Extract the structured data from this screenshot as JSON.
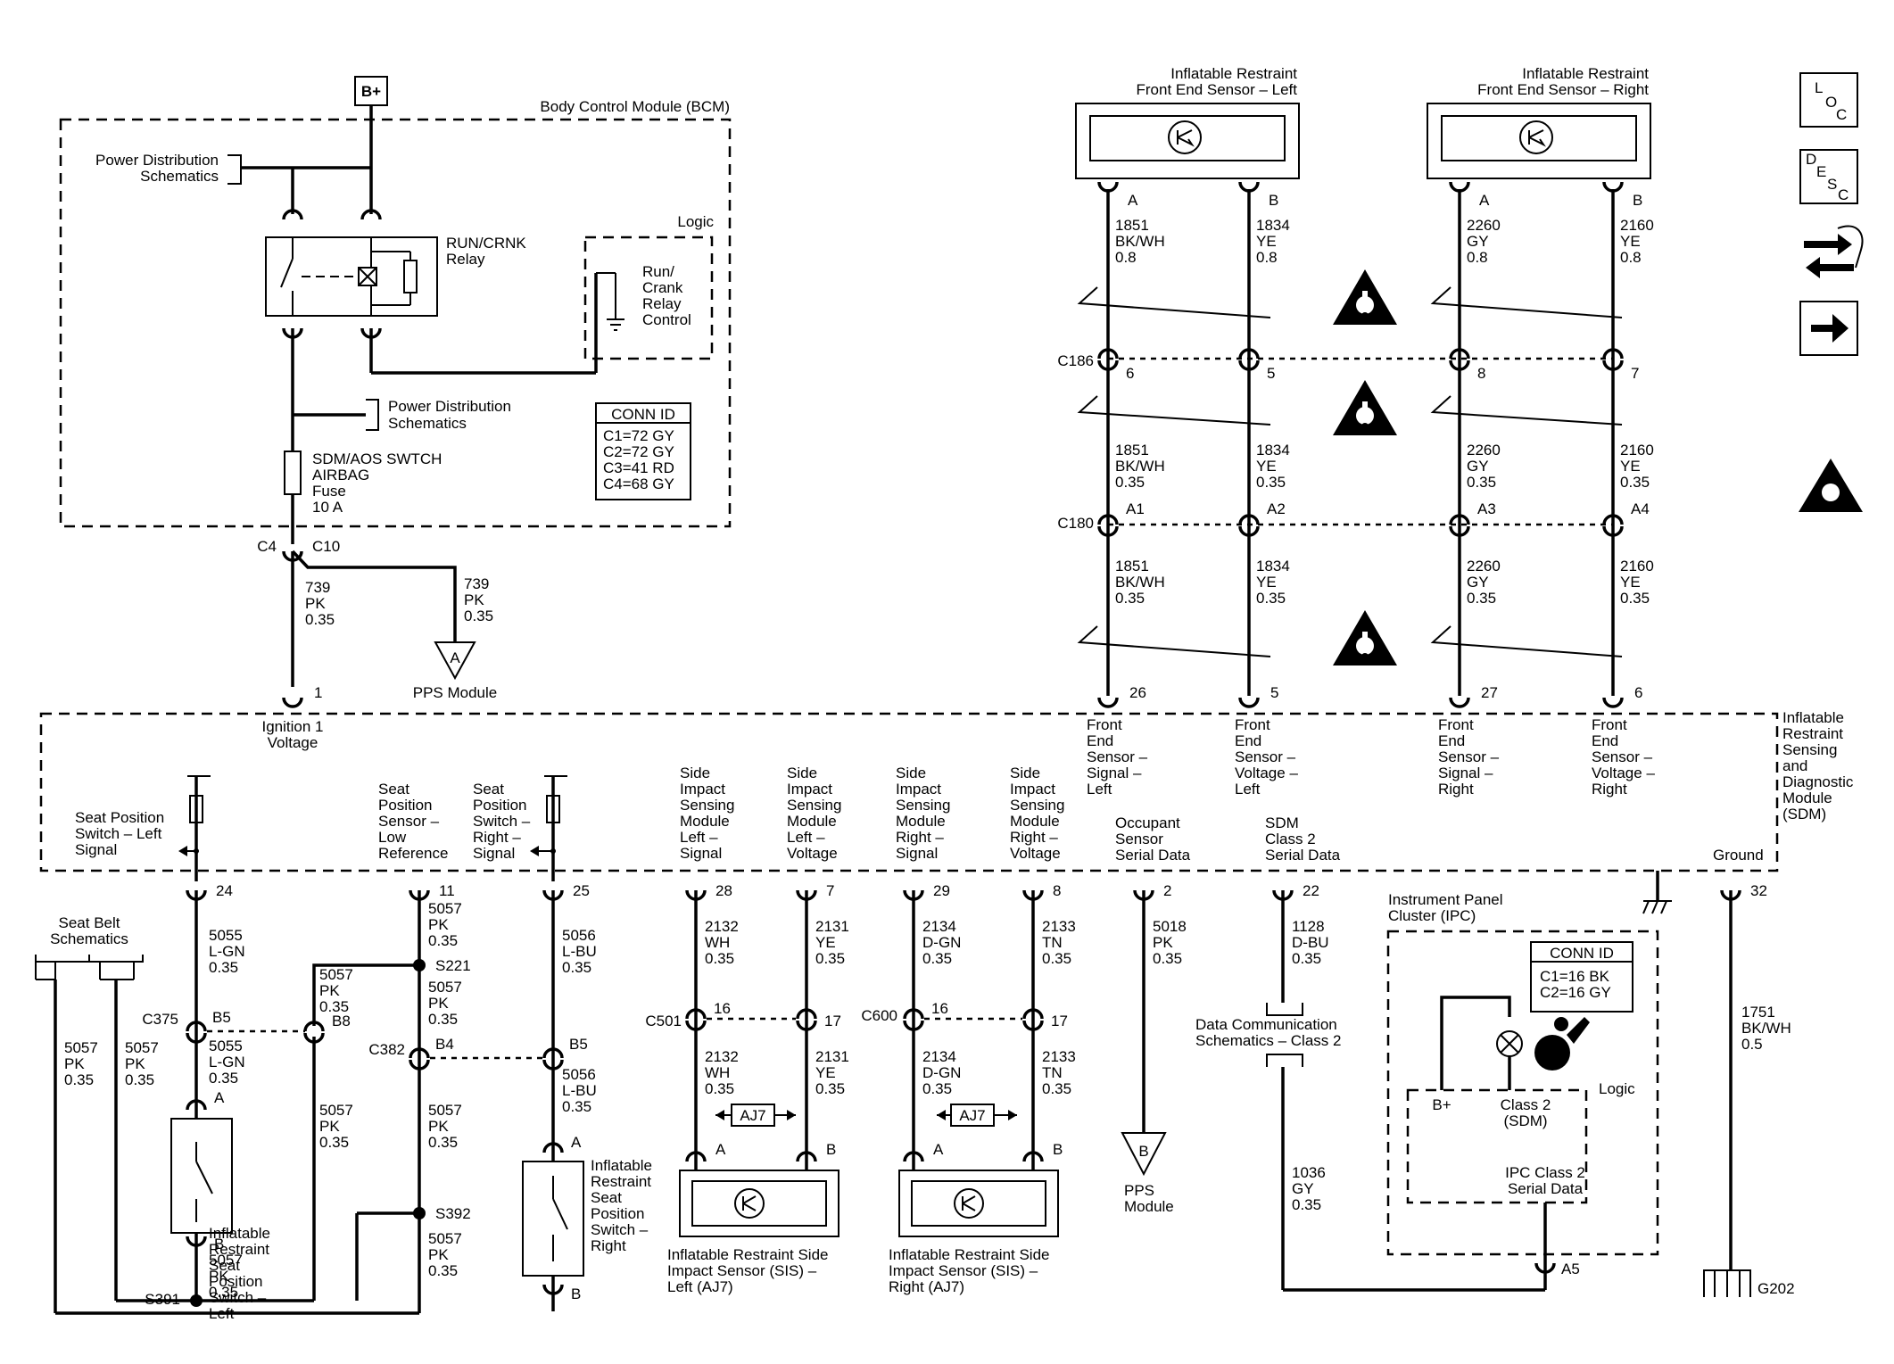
{
  "bplus": "B+",
  "bcm": {
    "title": "Body Control Module (BCM)",
    "power_dist": [
      "Power Distribution",
      "Schematics"
    ],
    "relay": [
      "RUN/CRNK",
      "Relay"
    ],
    "logic": "Logic",
    "run_crank": [
      "Run/",
      "Crank",
      "Relay",
      "Control"
    ],
    "power_dist2": [
      "Power Distribution",
      "Schematics"
    ],
    "fuse": [
      "SDM/AOS SWTCH",
      "AIRBAG",
      "Fuse",
      "10 A"
    ],
    "conn_title": "CONN ID",
    "conn": [
      "C1=72 GY",
      "C2=72 GY",
      "C3=41 RD",
      "C4=68 GY"
    ]
  },
  "c4": "C4",
  "c10": "C10",
  "w739a": [
    "739",
    "PK",
    "0.35"
  ],
  "w739b": [
    "739",
    "PK",
    "0.35"
  ],
  "pps_a": "A",
  "pps_module": "PPS Module",
  "front_left": {
    "title": [
      "Inflatable Restraint",
      "Front End Sensor – Left"
    ],
    "pa": "A",
    "pb": "B"
  },
  "front_right": {
    "title": [
      "Inflatable Restraint",
      "Front End Sensor – Right"
    ],
    "pa": "A",
    "pb": "B"
  },
  "fw": [
    [
      "1851",
      "BK/WH",
      "0.8"
    ],
    [
      "1834",
      "YE",
      "0.8"
    ],
    [
      "2260",
      "GY",
      "0.8"
    ],
    [
      "2160",
      "YE",
      "0.8"
    ],
    [
      "1851",
      "BK/WH",
      "0.35"
    ],
    [
      "1834",
      "YE",
      "0.35"
    ],
    [
      "2260",
      "GY",
      "0.35"
    ],
    [
      "2160",
      "YE",
      "0.35"
    ],
    [
      "1851",
      "BK/WH",
      "0.35"
    ],
    [
      "1834",
      "YE",
      "0.35"
    ],
    [
      "2260",
      "GY",
      "0.35"
    ],
    [
      "2160",
      "YE",
      "0.35"
    ]
  ],
  "c186": {
    "name": "C186",
    "pins": [
      "6",
      "5",
      "8",
      "7"
    ]
  },
  "c180": {
    "name": "C180",
    "pins": [
      "A1",
      "A2",
      "A3",
      "A4"
    ]
  },
  "sdm_top_pins": [
    "1",
    "26",
    "5",
    "27",
    "6"
  ],
  "sdm": {
    "title": [
      "Inflatable",
      "Restraint",
      "Sensing",
      "and",
      "Diagnostic",
      "Module",
      "(SDM)"
    ],
    "ign": [
      "Ignition 1",
      "Voltage"
    ],
    "fl_sig": [
      "Front",
      "End",
      "Sensor –",
      "Signal –",
      "Left"
    ],
    "fl_volt": [
      "Front",
      "End",
      "Sensor –",
      "Voltage –",
      "Left"
    ],
    "fr_sig": [
      "Front",
      "End",
      "Sensor –",
      "Signal –",
      "Right"
    ],
    "fr_volt": [
      "Front",
      "End",
      "Sensor –",
      "Voltage –",
      "Right"
    ],
    "seat_left": [
      "Seat Position",
      "Switch – Left",
      "Signal"
    ],
    "seat_low": [
      "Seat",
      "Position",
      "Sensor –",
      "Low",
      "Reference"
    ],
    "seat_right": [
      "Seat",
      "Position",
      "Switch –",
      "Right –",
      "Signal"
    ],
    "sis_ls": [
      "Side",
      "Impact",
      "Sensing",
      "Module",
      "Left –",
      "Signal"
    ],
    "sis_lv": [
      "Side",
      "Impact",
      "Sensing",
      "Module",
      "Left –",
      "Voltage"
    ],
    "sis_rs": [
      "Side",
      "Impact",
      "Sensing",
      "Module",
      "Right –",
      "Signal"
    ],
    "sis_rv": [
      "Side",
      "Impact",
      "Sensing",
      "Module",
      "Right –",
      "Voltage"
    ],
    "occ": [
      "Occupant",
      "Sensor",
      "Serial Data"
    ],
    "class2": [
      "SDM",
      "Class 2",
      "Serial Data"
    ],
    "ground": "Ground"
  },
  "bottom_pins": [
    "24",
    "11",
    "25",
    "28",
    "7",
    "29",
    "8",
    "2",
    "22",
    "32"
  ],
  "bw": {
    "w24": [
      "5055",
      "L-GN",
      "0.35"
    ],
    "w11": [
      "5057",
      "PK",
      "0.35"
    ],
    "w25": [
      "5056",
      "L-BU",
      "0.35"
    ],
    "w28": [
      "2132",
      "WH",
      "0.35"
    ],
    "w7": [
      "2131",
      "YE",
      "0.35"
    ],
    "w29": [
      "2134",
      "D-GN",
      "0.35"
    ],
    "w8": [
      "2133",
      "TN",
      "0.35"
    ],
    "w2": [
      "5018",
      "PK",
      "0.35"
    ],
    "w22": [
      "1128",
      "D-BU",
      "0.35"
    ],
    "w32": [
      "1751",
      "BK/WH",
      "0.5"
    ],
    "s221": "S221",
    "w5057a": [
      "5057",
      "PK",
      "0.35"
    ],
    "w5057b": [
      "5057",
      "PK",
      "0.35"
    ],
    "w5057c": [
      "5057",
      "PK",
      "0.35"
    ],
    "w5057d": [
      "5057",
      "PK",
      "0.35"
    ],
    "w5057e": [
      "5057",
      "PK",
      "0.35"
    ],
    "w5057f": [
      "5057",
      "PK",
      "0.35"
    ],
    "w5057g": [
      "5057",
      "PK",
      "0.35"
    ],
    "w5057h": [
      "5057",
      "PK",
      "0.35"
    ],
    "w5055b": [
      "5055",
      "L-GN",
      "0.35"
    ],
    "w5056b": [
      "5056",
      "L-BU",
      "0.35"
    ],
    "w2132b": [
      "2132",
      "WH",
      "0.35"
    ],
    "w2131b": [
      "2131",
      "YE",
      "0.35"
    ],
    "w2134b": [
      "2134",
      "D-GN",
      "0.35"
    ],
    "w2133b": [
      "2133",
      "TN",
      "0.35"
    ],
    "w1036": [
      "1036",
      "GY",
      "0.35"
    ]
  },
  "seat_belt": [
    "Seat Belt",
    "Schematics"
  ],
  "c375": {
    "name": "C375",
    "b5": "B5",
    "b8": "B8"
  },
  "c382": {
    "name": "C382",
    "b4": "B4",
    "b5": "B5"
  },
  "s392": "S392",
  "s391": "S391",
  "seat_sw_left": {
    "a": "A",
    "b": "B",
    "label": [
      "Inflatable",
      "Restraint",
      "Seat",
      "Position",
      "Switch –",
      "Left"
    ]
  },
  "seat_sw_right": {
    "a": "A",
    "b": "B",
    "label": [
      "Inflatable",
      "Restraint",
      "Seat",
      "Position",
      "Switch –",
      "Right"
    ]
  },
  "c501": {
    "name": "C501",
    "p1": "16",
    "p2": "17"
  },
  "c600": {
    "name": "C600",
    "p1": "16",
    "p2": "17"
  },
  "aj7": "AJ7",
  "sis_left": {
    "a": "A",
    "b": "B",
    "label": [
      "Inflatable Restraint Side",
      "Impact Sensor (SIS) –",
      "Left (AJ7)"
    ]
  },
  "sis_right": {
    "a": "A",
    "b": "B",
    "label": [
      "Inflatable Restraint Side",
      "Impact Sensor (SIS) –",
      "Right (AJ7)"
    ]
  },
  "pps_b": "B",
  "pps_module2": [
    "PPS",
    "Module"
  ],
  "data_comm": [
    "Data Communication",
    "Schematics – Class 2"
  ],
  "ipc": {
    "title": [
      "Instrument Panel",
      "Cluster (IPC)"
    ],
    "conn_title": "CONN ID",
    "conn": [
      "C1=16 BK",
      "C2=16 GY"
    ],
    "logic": "Logic",
    "bplus": "B+",
    "class2": [
      "Class 2",
      "(SDM)"
    ],
    "serial": [
      "IPC Class 2",
      "Serial Data"
    ],
    "a5": "A5"
  },
  "g202": "G202",
  "side_icons": [
    "loc-icon",
    "desc-icon",
    "connector-views-icon",
    "next-page-icon",
    "sdm-warning-icon"
  ],
  "loc": [
    "L",
    "O",
    "C"
  ],
  "desc": [
    "D",
    "E",
    "S",
    "C"
  ]
}
